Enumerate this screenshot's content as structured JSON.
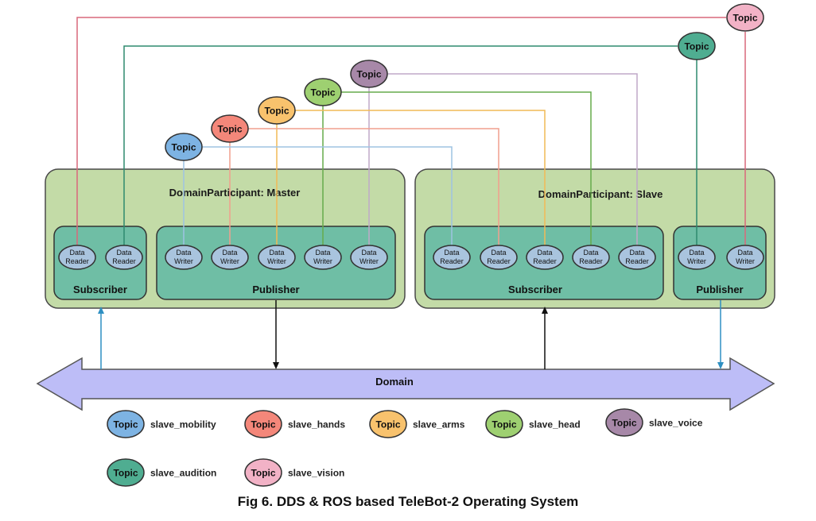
{
  "participants": {
    "master": {
      "title": "DomainParticipant: Master",
      "subscriber_label": "Subscriber",
      "publisher_label": "Publisher"
    },
    "slave": {
      "title": "DomainParticipant: Slave",
      "subscriber_label": "Subscriber",
      "publisher_label": "Publisher"
    }
  },
  "entity_labels": {
    "reader": [
      "Data",
      "Reader"
    ],
    "writer": [
      "Data",
      "Writer"
    ]
  },
  "domain_label": "Domain",
  "topic_label": "Topic",
  "legend": [
    {
      "name": "slave_mobility",
      "color": "#7db3e3"
    },
    {
      "name": "slave_hands",
      "color": "#f4877a"
    },
    {
      "name": "slave_arms",
      "color": "#f8c26d"
    },
    {
      "name": "slave_head",
      "color": "#9ed071"
    },
    {
      "name": "slave_voice",
      "color": "#a788a8"
    },
    {
      "name": "slave_audition",
      "color": "#4fad91"
    },
    {
      "name": "slave_vision",
      "color": "#f2b2c6"
    }
  ],
  "caption": "Fig 6. DDS & ROS based TeleBot-2 Operating System"
}
